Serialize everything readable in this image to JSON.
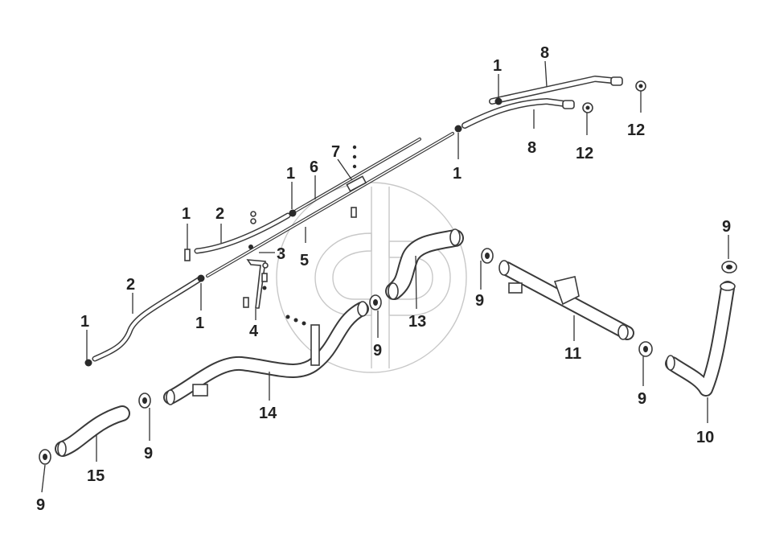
{
  "callouts": {
    "c1": "1",
    "c2": "2",
    "c3": "3",
    "c4": "4",
    "c5": "5",
    "c6": "6",
    "c7": "7",
    "c8": "8",
    "c9": "9",
    "c10": "10",
    "c11": "11",
    "c12": "12",
    "c13": "13",
    "c14": "14",
    "c15": "15"
  },
  "watermark": {
    "icon": "gd-logo-watermark"
  }
}
